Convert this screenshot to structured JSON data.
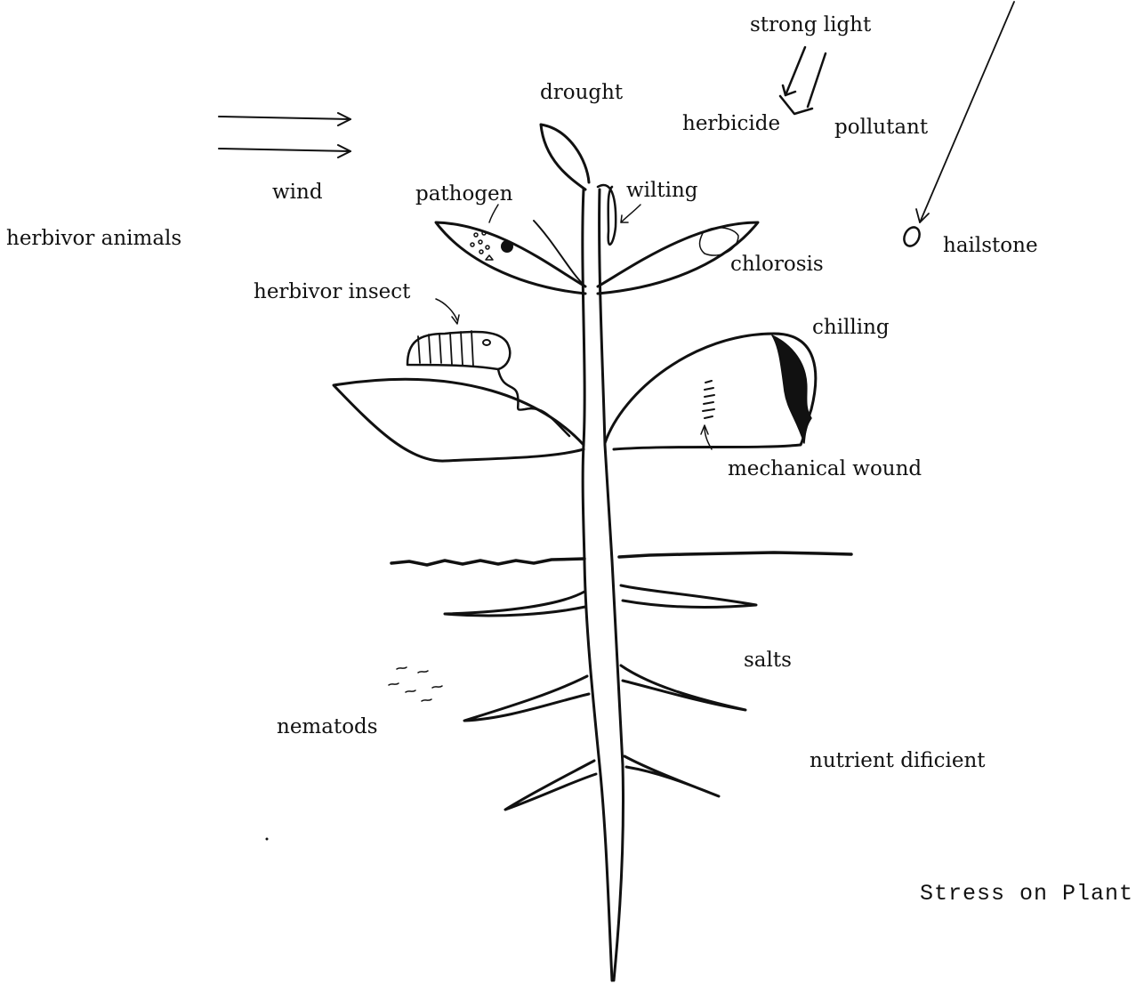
{
  "colors": {
    "ink": "#111111",
    "paper": "#ffffff"
  },
  "labels": {
    "strong_light": "strong light",
    "drought": "drought",
    "herbicide": "herbicide",
    "pollutant": "pollutant",
    "wind": "wind",
    "pathogen": "pathogen",
    "wilting": "wilting",
    "herbivor_animals": "herbivor animals",
    "hailstone": "hailstone",
    "chlorosis": "chlorosis",
    "herbivor_insect": "herbivor insect",
    "chilling": "chilling",
    "mechanical_wound": "mechanical wound",
    "salts": "salts",
    "nematods": "nematods",
    "nutrient_dificient": "nutrient dificient"
  },
  "caption": "Stress on Plant"
}
